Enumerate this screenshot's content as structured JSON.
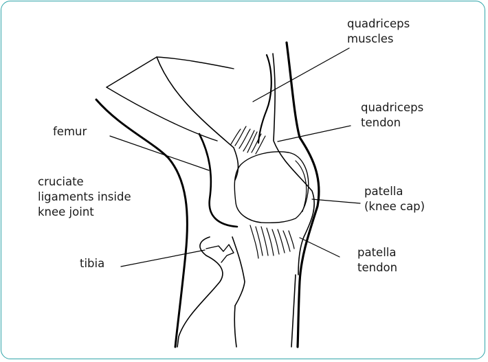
{
  "labels": {
    "quadriceps_muscles": [
      "quadriceps",
      "muscles"
    ],
    "quadriceps_tendon": [
      "quadriceps",
      "tendon"
    ],
    "femur": [
      "femur"
    ],
    "cruciate_ligaments": [
      "cruciate",
      "ligaments inside",
      "knee joint"
    ],
    "patella": [
      "patella",
      "(knee cap)"
    ],
    "tibia": [
      "tibia"
    ],
    "patella_tendon": [
      "patella",
      "tendon"
    ]
  },
  "colors": {
    "frame_border": "#2fa4a8",
    "line": "#000000",
    "text": "#1a1a1a"
  }
}
